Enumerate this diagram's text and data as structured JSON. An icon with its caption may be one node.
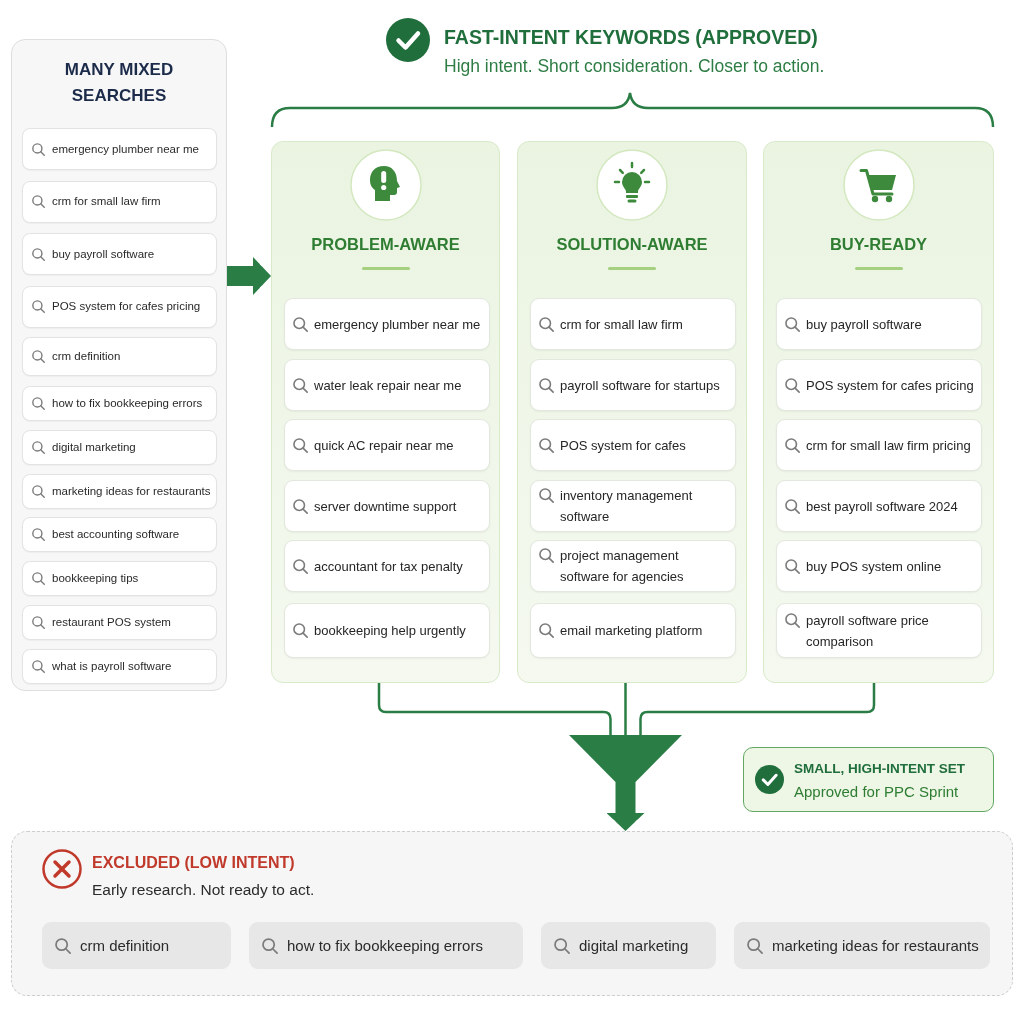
{
  "diagram": {
    "title": "FAST-INTENT KEYWORDS (APPROVED)",
    "nodes": [
      {
        "text": [
          "MANY MIXED SEARCHES"
        ]
      },
      {
        "text": [
          "emergency plumber near me"
        ],
        "in": 0
      },
      {
        "text": [
          "crm for small law firm"
        ],
        "in": 0
      },
      {
        "text": [
          "buy payroll software"
        ],
        "in": 0
      },
      {
        "text": [
          "POS system for cafes pricing"
        ],
        "in": 0
      },
      {
        "text": [
          "crm definition"
        ],
        "in": 0
      },
      {
        "text": [
          "how to fix bookkeeping errors"
        ],
        "in": 0
      },
      {
        "text": [
          "digital marketing"
        ],
        "in": 0
      },
      {
        "text": [
          "marketing ideas for restaurants"
        ],
        "in": 0
      },
      {
        "text": [
          "best accounting software"
        ],
        "in": 0
      },
      {
        "text": [
          "bookkeeping tips"
        ],
        "in": 0
      },
      {
        "text": [
          "restaurant POS system"
        ],
        "in": 0
      },
      {
        "text": [
          "what is payroll software"
        ],
        "in": 0
      },
      {
        "text": [
          "PROBLEM-AWARE"
        ]
      },
      {
        "text": [
          "emergency plumber near me"
        ],
        "in": 13
      },
      {
        "text": [
          "water leak repair near me"
        ],
        "in": 13
      },
      {
        "text": [
          "quick AC repair near me"
        ],
        "in": 13
      },
      {
        "text": [
          "server downtime support"
        ],
        "in": 13
      },
      {
        "text": [
          "accountant for tax penalty"
        ],
        "in": 13
      },
      {
        "text": [
          "bookkeeping help urgently"
        ],
        "in": 13
      },
      {
        "text": [
          "SOLUTION-AWARE"
        ]
      },
      {
        "text": [
          "crm for small law firm"
        ],
        "in": 20
      },
      {
        "text": [
          "payroll software for startups"
        ],
        "in": 20
      },
      {
        "text": [
          "POS system for cafes"
        ],
        "in": 20
      },
      {
        "text": [
          "inventory management software"
        ],
        "in": 20
      },
      {
        "text": [
          "project management software for agencies"
        ],
        "in": 20
      },
      {
        "text": [
          "email marketing platform"
        ],
        "in": 20
      },
      {
        "text": [
          "BUY-READY"
        ]
      },
      {
        "text": [
          "buy payroll software"
        ],
        "in": 27
      },
      {
        "text": [
          "POS system for cafes pricing"
        ],
        "in": 27
      },
      {
        "text": [
          "crm for small law firm pricing"
        ],
        "in": 27
      },
      {
        "text": [
          "best payroll software 2024"
        ],
        "in": 27
      },
      {
        "text": [
          "buy POS system online"
        ],
        "in": 27
      },
      {
        "text": [
          "payroll software price comparison"
        ],
        "in": 27
      },
      {
        "text": [],
        "shape": "funnel"
      },
      {
        "text": [
          "SMALL, HIGH-INTENT SET",
          "Approved for PPC Sprint"
        ]
      },
      {
        "text": [
          "EXCLUDED (LOW INTENT)",
          "Early research. Not ready to act."
        ]
      },
      {
        "text": [
          "crm definition"
        ],
        "in": 36
      },
      {
        "text": [
          "how to fix bookkeeping errors"
        ],
        "in": 36
      },
      {
        "text": [
          "digital marketing"
        ],
        "in": 36
      },
      {
        "text": [
          "marketing ideas for restaurants"
        ],
        "in": 36
      }
    ],
    "edges": [
      {
        "from": 0,
        "to": 13,
        "arrow": "to",
        "style": "thick"
      },
      {
        "from": 13,
        "to": 34,
        "arrow": "none"
      },
      {
        "from": 20,
        "to": 34,
        "arrow": "none"
      },
      {
        "from": 27,
        "to": 34,
        "arrow": "none"
      },
      {
        "from": 34,
        "to": 36,
        "arrow": "to",
        "style": "thick"
      }
    ],
    "labels": [
      "High intent. Short consideration. Closer to action."
    ]
  }
}
